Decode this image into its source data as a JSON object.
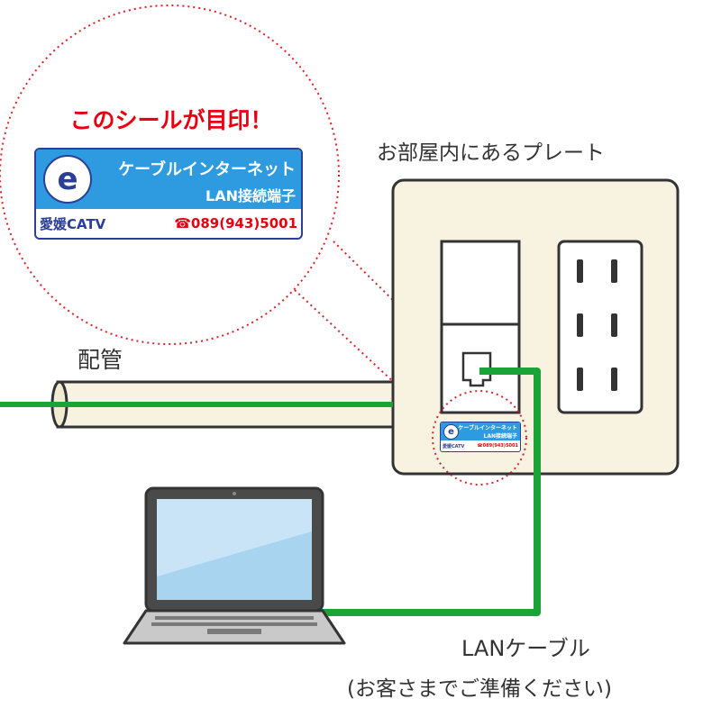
{
  "callout": {
    "heading": "このシールが目印！"
  },
  "sticker": {
    "logo_letter": "e",
    "title": "ケーブルインターネット",
    "subtitle": "LAN接続端子",
    "company": "愛媛CATV",
    "phone": "☎089(943)5001",
    "colors": {
      "band": "#2e9be0",
      "outline": "#2a3f95",
      "phone": "#e60012"
    }
  },
  "labels": {
    "plate": "お部屋内にあるプレート",
    "pipe": "配管",
    "cable": "LANケーブル",
    "cable_note": "(お客さまでご準備ください)"
  },
  "colors": {
    "cable_green": "#1aa437",
    "plate_fill": "#f8f3e1",
    "heading_red": "#e60012",
    "dotted_red": "#d8232a",
    "laptop_screen": "#a9d4ef"
  }
}
